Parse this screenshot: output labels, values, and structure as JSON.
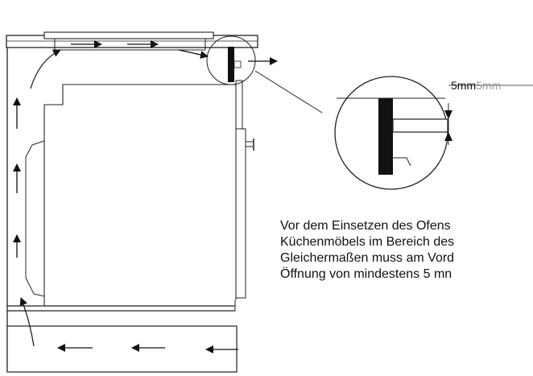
{
  "dimension": {
    "label_primary": "5mm",
    "label_ghost": "5mm"
  },
  "instructions": {
    "lines": [
      "Vor dem Einsetzen des Ofens",
      "Küchenmöbels im Bereich des",
      "Gleichermaßen muss am Vord",
      "Öffnung von mindestens 5 mn"
    ]
  },
  "colors": {
    "line": "#222222",
    "fill": "#111111",
    "ghost_text": "#9a9a9a"
  }
}
